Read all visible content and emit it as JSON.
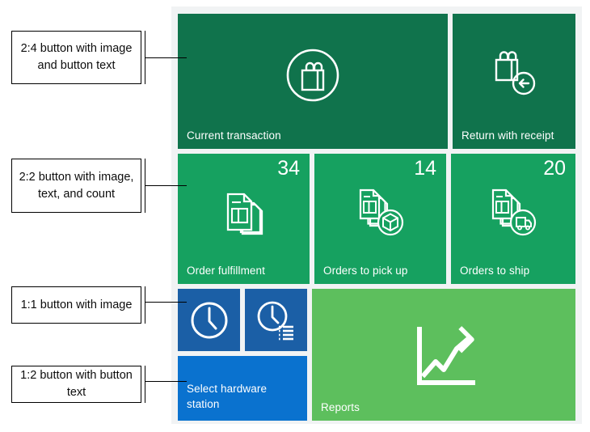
{
  "annotations": [
    {
      "id": "annot-2x4",
      "text": "2:4 button with image and button text"
    },
    {
      "id": "annot-2x2",
      "text": "2:2 button with image, text, and count"
    },
    {
      "id": "annot-1x1",
      "text": "1:1 button with image"
    },
    {
      "id": "annot-1x2",
      "text": "1:2 button with button text"
    }
  ],
  "colors": {
    "canvas_background": "#f1f3f4",
    "dark_green": "#10734c",
    "mid_green": "#16a160",
    "light_green": "#5dbf5d",
    "dark_blue": "#1b5fa6",
    "bright_blue": "#0a72cf",
    "tile_text": "#ffffff",
    "annotation_border": "#000000"
  },
  "tiles": [
    {
      "id": "tile-current-transaction",
      "label": "Current transaction",
      "icon": "shopping-bag-circle-icon",
      "color": "#10734c",
      "size": "2:4",
      "count": null
    },
    {
      "id": "tile-return-receipt",
      "label": "Return with receipt",
      "icon": "shopping-bag-return-arrow-icon",
      "color": "#10734c",
      "size": "2:2",
      "count": null
    },
    {
      "id": "tile-order-fulfillment",
      "label": "Order fulfillment",
      "icon": "documents-stack-icon",
      "color": "#16a160",
      "size": "2:2",
      "count": "34"
    },
    {
      "id": "tile-orders-pick-up",
      "label": "Orders to pick up",
      "icon": "documents-package-icon",
      "color": "#16a160",
      "size": "2:2",
      "count": "14"
    },
    {
      "id": "tile-orders-ship",
      "label": "Orders to ship",
      "icon": "documents-truck-icon",
      "color": "#16a160",
      "size": "2:2",
      "count": "20"
    },
    {
      "id": "tile-clock-a",
      "label": "",
      "icon": "clock-icon",
      "color": "#1b5fa6",
      "size": "1:1",
      "count": null
    },
    {
      "id": "tile-clock-b",
      "label": "",
      "icon": "clock-list-icon",
      "color": "#1b5fa6",
      "size": "1:1",
      "count": null
    },
    {
      "id": "tile-hardware-station",
      "label": "Select hardware station",
      "icon": null,
      "color": "#0a72cf",
      "size": "1:2",
      "count": null
    },
    {
      "id": "tile-reports",
      "label": "Reports",
      "icon": "line-chart-arrow-icon",
      "color": "#5dbf5d",
      "size": "2:4",
      "count": null
    }
  ]
}
